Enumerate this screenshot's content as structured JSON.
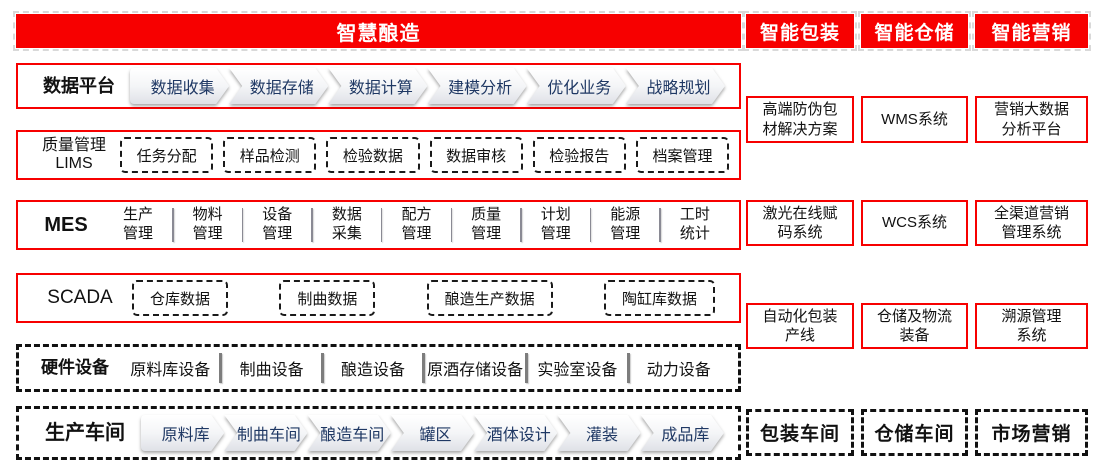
{
  "palette": {
    "red": "#f70000",
    "navy": "#1f3864"
  },
  "banners": {
    "main": "智慧酿造",
    "packaging": "智能包装",
    "warehousing": "智能仓储",
    "marketing": "智能营销"
  },
  "rows": {
    "data_platform": {
      "label": "数据平台",
      "items": [
        "数据收集",
        "数据存储",
        "数据计算",
        "建模分析",
        "优化业务",
        "战略规划"
      ]
    },
    "lims": {
      "label_line1": "质量管理",
      "label_line2": "LIMS",
      "items": [
        "任务分配",
        "样品检测",
        "检验数据",
        "数据审核",
        "检验报告",
        "档案管理"
      ]
    },
    "mes": {
      "label": "MES",
      "items": [
        "生产管理",
        "物料管理",
        "设备管理",
        "数据采集",
        "配方管理",
        "质量管理",
        "计划管理",
        "能源管理",
        "工时统计"
      ]
    },
    "scada": {
      "label": "SCADA",
      "items": [
        "仓库数据",
        "制曲数据",
        "酿造生产数据",
        "陶缸库数据"
      ]
    },
    "hardware": {
      "label": "硬件设备",
      "items": [
        "原料库设备",
        "制曲设备",
        "酿造设备",
        "原酒存储设备",
        "实验室设备",
        "动力设备"
      ]
    },
    "workshops": {
      "label": "生产车间",
      "items": [
        "原料库",
        "制曲车间",
        "酿造车间",
        "罐区",
        "酒体设计",
        "灌装",
        "成品库"
      ]
    }
  },
  "columns": {
    "packaging": {
      "boxes": [
        [
          "高端防伪包",
          "材解决方案"
        ],
        [
          "激光在线赋",
          "码系统"
        ],
        [
          "自动化包装",
          "产线"
        ]
      ],
      "workshop": "包装车间"
    },
    "warehousing": {
      "boxes": [
        [
          "WMS系统"
        ],
        [
          "WCS系统"
        ],
        [
          "仓储及物流",
          "装备"
        ]
      ],
      "workshop": "仓储车间"
    },
    "marketing": {
      "boxes": [
        [
          "营销大数据",
          "分析平台"
        ],
        [
          "全渠道营销",
          "管理系统"
        ],
        [
          "溯源管理",
          "系统"
        ]
      ],
      "workshop": "市场营销"
    }
  }
}
